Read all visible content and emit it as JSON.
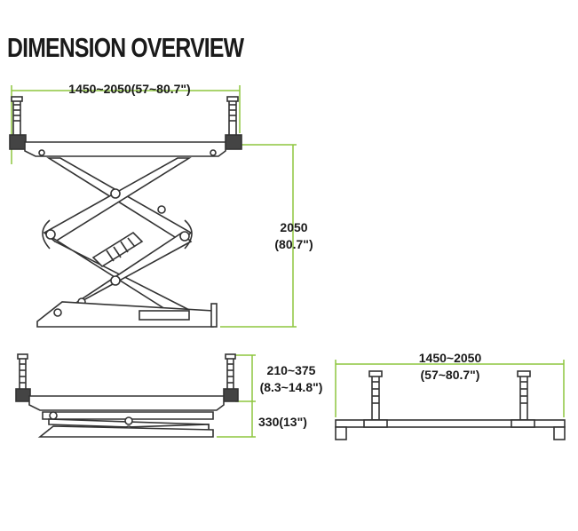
{
  "title": "DIMENSION OVERVIEW",
  "dimensions": {
    "top_width": "1450~2050(57~80.7\")",
    "height_mm": "2050",
    "height_in": "(80.7\")",
    "arm_range_mm": "210~375",
    "arm_range_in": "(8.3~14.8\")",
    "closed_height": "330(13\")",
    "side_width_mm": "1450~2050",
    "side_width_in": "(57~80.7\")"
  },
  "colors": {
    "dimension_line": "#8dc63f",
    "drawing_line": "#333333",
    "text": "#1a1a1a"
  }
}
